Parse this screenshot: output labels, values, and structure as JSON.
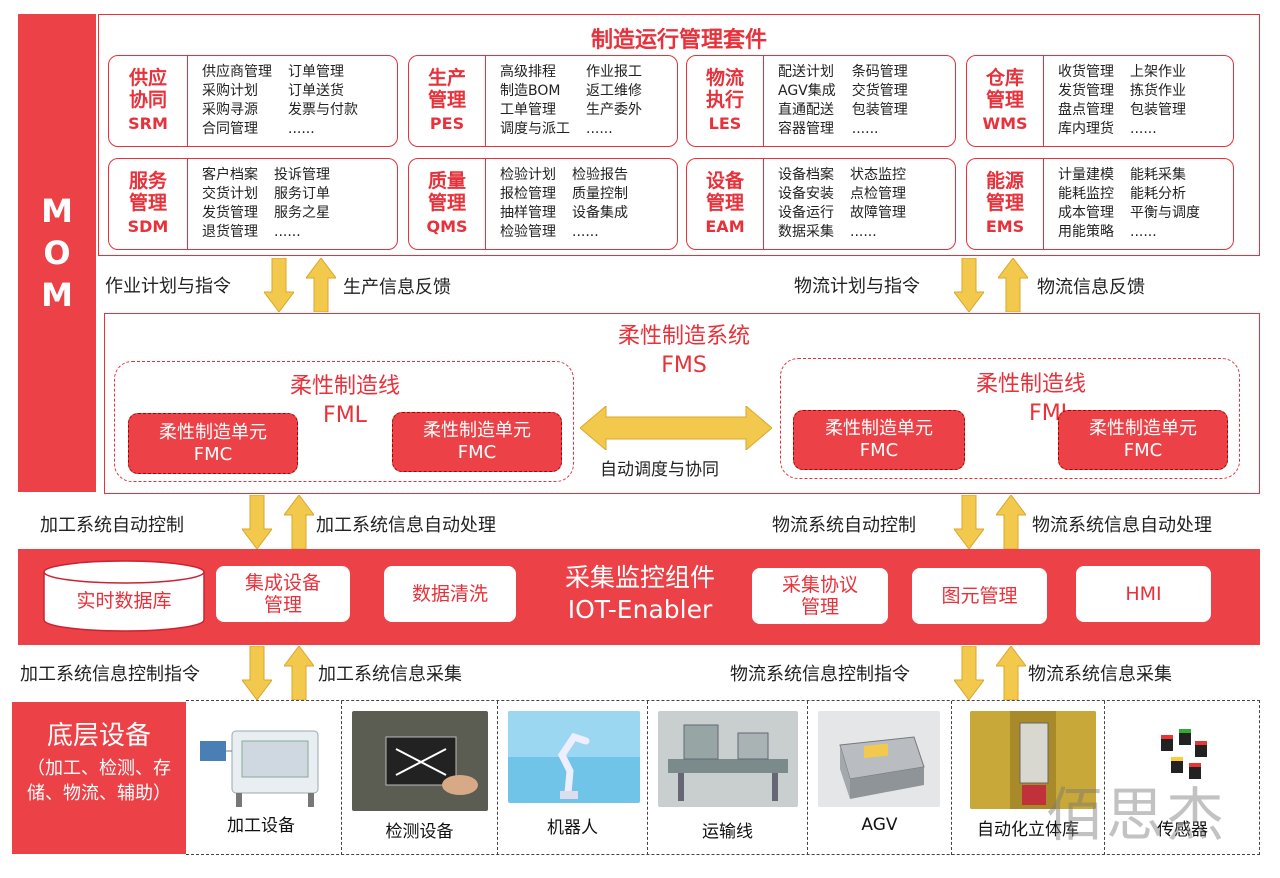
{
  "mom": {
    "letters": [
      "M",
      "O",
      "M"
    ]
  },
  "suite": {
    "title": "制造运行管理套件"
  },
  "modules": [
    {
      "id": "srm",
      "name1": "供应",
      "name2": "协同",
      "abbr": "SRM",
      "items": [
        "供应商管理",
        "订单管理",
        "采购计划",
        "订单送货",
        "采购寻源",
        "发票与付款",
        "合同管理",
        "......"
      ]
    },
    {
      "id": "pes",
      "name1": "生产",
      "name2": "管理",
      "abbr": "PES",
      "items": [
        "高级排程",
        "作业报工",
        "制造BOM",
        "返工维修",
        "工单管理",
        "生产委外",
        "调度与派工",
        "......"
      ]
    },
    {
      "id": "les",
      "name1": "物流",
      "name2": "执行",
      "abbr": "LES",
      "items": [
        "配送计划",
        "条码管理",
        "AGV集成",
        "交货管理",
        "直通配送",
        "包装管理",
        "容器管理",
        "......"
      ]
    },
    {
      "id": "wms",
      "name1": "仓库",
      "name2": "管理",
      "abbr": "WMS",
      "items": [
        "收货管理",
        "上架作业",
        "发货管理",
        "拣货作业",
        "盘点管理",
        "包装管理",
        "库内理货",
        "......"
      ]
    },
    {
      "id": "sdm",
      "name1": "服务",
      "name2": "管理",
      "abbr": "SDM",
      "items": [
        "客户档案",
        "投诉管理",
        "交货计划",
        "服务订单",
        "发货管理",
        "服务之星",
        "退货管理",
        "......"
      ]
    },
    {
      "id": "qms",
      "name1": "质量",
      "name2": "管理",
      "abbr": "QMS",
      "items": [
        "检验计划",
        "检验报告",
        "报检管理",
        "质量控制",
        "抽样管理",
        "设备集成",
        "检验管理",
        "......"
      ]
    },
    {
      "id": "eam",
      "name1": "设备",
      "name2": "管理",
      "abbr": "EAM",
      "items": [
        "设备档案",
        "状态监控",
        "设备安装",
        "点检管理",
        "设备运行",
        "故障管理",
        "数据采集",
        "......"
      ]
    },
    {
      "id": "ems",
      "name1": "能源",
      "name2": "管理",
      "abbr": "EMS",
      "items": [
        "计量建模",
        "能耗采集",
        "能耗监控",
        "能耗分析",
        "成本管理",
        "平衡与调度",
        "用能策略",
        "......"
      ]
    }
  ],
  "flows": {
    "a_left_down": "作业计划与指令",
    "a_left_up": "生产信息反馈",
    "a_right_down": "物流计划与指令",
    "a_right_up": "物流信息反馈",
    "b_left_down": "加工系统自动控制",
    "b_left_up": "加工系统信息自动处理",
    "b_right_down": "物流系统自动控制",
    "b_right_up": "物流系统信息自动处理",
    "c_left_down": "加工系统信息控制指令",
    "c_left_up": "加工系统信息采集",
    "c_right_down": "物流系统信息控制指令",
    "c_right_up": "物流系统信息采集"
  },
  "fms": {
    "title1": "柔性制造系统",
    "title2": "FMS",
    "line_title1": "柔性制造线",
    "line_title2": "FML",
    "unit_title1": "柔性制造单元",
    "unit_title2": "FMC",
    "coord": "自动调度与协同"
  },
  "iot": {
    "title1": "采集监控组件",
    "title2": "IOT-Enabler",
    "db": "实时数据库",
    "integration": "集成设备管理",
    "clean": "数据清洗",
    "protocol": "采集协议管理",
    "graphic": "图元管理",
    "hmi": "HMI"
  },
  "devices": {
    "left_title": "底层设备",
    "left_sub": "（加工、检测、存储、物流、辅助）",
    "items": [
      "加工设备",
      "检测设备",
      "机器人",
      "运输线",
      "AGV",
      "自动化立体库",
      "传感器"
    ]
  },
  "watermark": "佰思杰",
  "colors": {
    "accent": "#e8313a",
    "arrow": "#f2c94c",
    "arrow_border": "#d9a72a"
  }
}
